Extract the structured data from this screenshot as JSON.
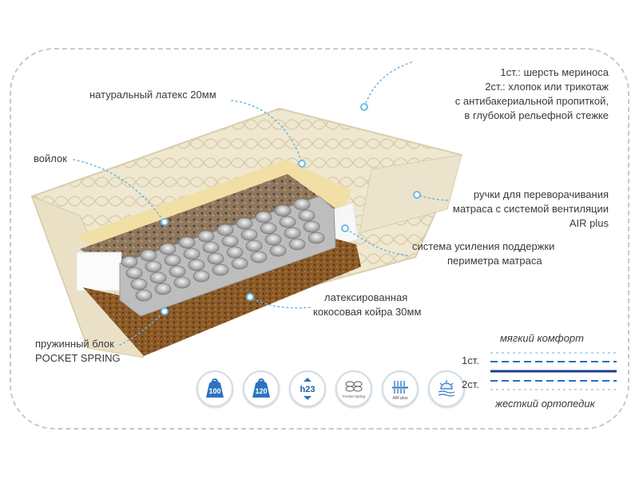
{
  "labels": {
    "latex": "натуральный латекс 20мм",
    "felt": "войлок",
    "layer1": "1ст.: шерсть мериноса",
    "layer2": "2ст.: хлопок или трикотаж",
    "impregnation": "с антибакериальной пропиткой,",
    "stitch": "в глубокой рельефной стежке",
    "handles1": "ручки для переворачивания",
    "handles2": "матраса с системой вентиляции",
    "handles3": "AIR plus",
    "perimeter1": "система усиления поддержки",
    "perimeter2": "периметра матраса",
    "coir1": "латексированная",
    "coir2": "кокосовая койра 30мм",
    "spring1": "пружинный блок",
    "spring2": "POCKET SPRING"
  },
  "icons": {
    "load100": "100",
    "load120": "120",
    "height": "h23",
    "pocket": "Pocket Spring",
    "air": "AIR plus"
  },
  "comfort": {
    "soft": "мягкий комфорт",
    "hard": "жесткий ортопедик",
    "side1": "1ст.",
    "side2": "2ст."
  },
  "colors": {
    "accent": "#1f6fb3",
    "dark_blue": "#1b3f8f",
    "cover": "#eee6cf",
    "coir": "#8a5a28"
  }
}
